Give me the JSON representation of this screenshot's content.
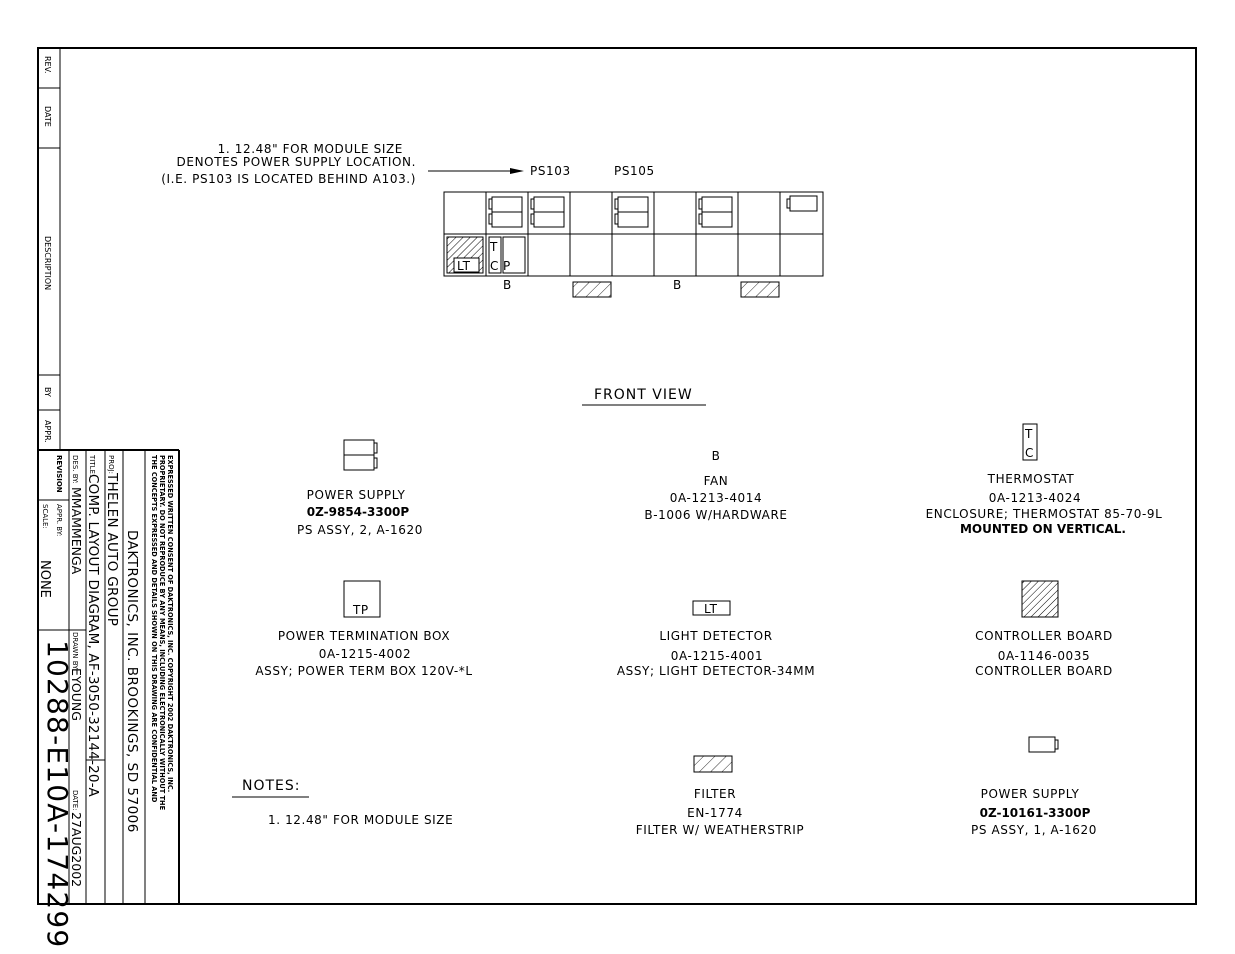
{
  "revision_block": {
    "rev": "REV.",
    "date": "DATE",
    "description": "DESCRIPTION",
    "by": "BY",
    "appr": "APPR."
  },
  "title_block": {
    "confidential": [
      "THE CONCEPTS EXPRESSED AND DETAILS SHOWN ON THIS DRAWING ARE CONFIDENTIAL AND",
      "PROPRIETARY. DO NOT REPRODUCE BY ANY MEANS, INCLUDING ELECTRONICALLY WITHOUT THE",
      "EXPRESSED WRITTEN CONSENT OF DAKTRONICS, INC.          COPYRIGHT 2002 DAKTRONICS, INC."
    ],
    "company": "DAKTRONICS, INC.  BROOKINGS, SD 57006",
    "proj_label": "PROJ:",
    "proj": "THELEN AUTO GROUP",
    "title_label": "TITLE:",
    "title": "COMP. LAYOUT DIAGRAM, AF-3050-32144-20-A",
    "des_by_label": "DES. BY:",
    "des_by": "MMAMMENGA",
    "drawn_by_label": "DRAWN BY:",
    "drawn_by": "EYOUNG",
    "date_label": "DATE:",
    "date": "27AUG2002",
    "revision_label": "REVISION",
    "appr_by_label": "APPR. BY:",
    "scale_label": "SCALE:",
    "scale": "NONE",
    "drawing_number": "10288-E10A-174299"
  },
  "layout": {
    "note_lines": [
      "1.  12.48\" FOR MODULE SIZE",
      "DENOTES POWER SUPPLY LOCATION.",
      "(I.E. PS103 IS LOCATED BEHIND A103.)"
    ],
    "ps_labels": [
      "PS103",
      "PS105"
    ],
    "fan_labels": [
      "B",
      "B"
    ],
    "cell_labels": {
      "lt": "LT",
      "t": "T",
      "c": "C",
      "p": "P"
    },
    "view_title": "FRONT VIEW"
  },
  "legend": {
    "power_supply_2": {
      "name": "POWER SUPPLY",
      "part": "0Z-9854-3300P",
      "desc": "PS ASSY, 2, A-1620"
    },
    "fan": {
      "symbol": "B",
      "name": "FAN",
      "part": "0A-1213-4014",
      "desc": "B-1006 W/HARDWARE"
    },
    "thermostat": {
      "symbol_t": "T",
      "symbol_c": "C",
      "name": "THERMOSTAT",
      "part": "0A-1213-4024",
      "desc": "ENCLOSURE; THERMOSTAT 85-70-9L",
      "desc2": "MOUNTED ON VERTICAL."
    },
    "power_term_box": {
      "symbol": "TP",
      "name": "POWER TERMINATION BOX",
      "part": "0A-1215-4002",
      "desc": "ASSY; POWER TERM BOX 120V-*L"
    },
    "light_detector": {
      "symbol": "LT",
      "name": "LIGHT DETECTOR",
      "part": "0A-1215-4001",
      "desc": "ASSY; LIGHT DETECTOR-34MM"
    },
    "controller_board": {
      "name": "CONTROLLER BOARD",
      "part": "0A-1146-0035",
      "desc": "CONTROLLER BOARD"
    },
    "filter": {
      "name": "FILTER",
      "part": "EN-1774",
      "desc": "FILTER W/ WEATHERSTRIP"
    },
    "power_supply_1": {
      "name": "POWER SUPPLY",
      "part": "0Z-10161-3300P",
      "desc": "PS ASSY, 1, A-1620"
    }
  },
  "notes": {
    "title": "NOTES:",
    "items": [
      "1.  12.48\" FOR MODULE SIZE"
    ]
  }
}
